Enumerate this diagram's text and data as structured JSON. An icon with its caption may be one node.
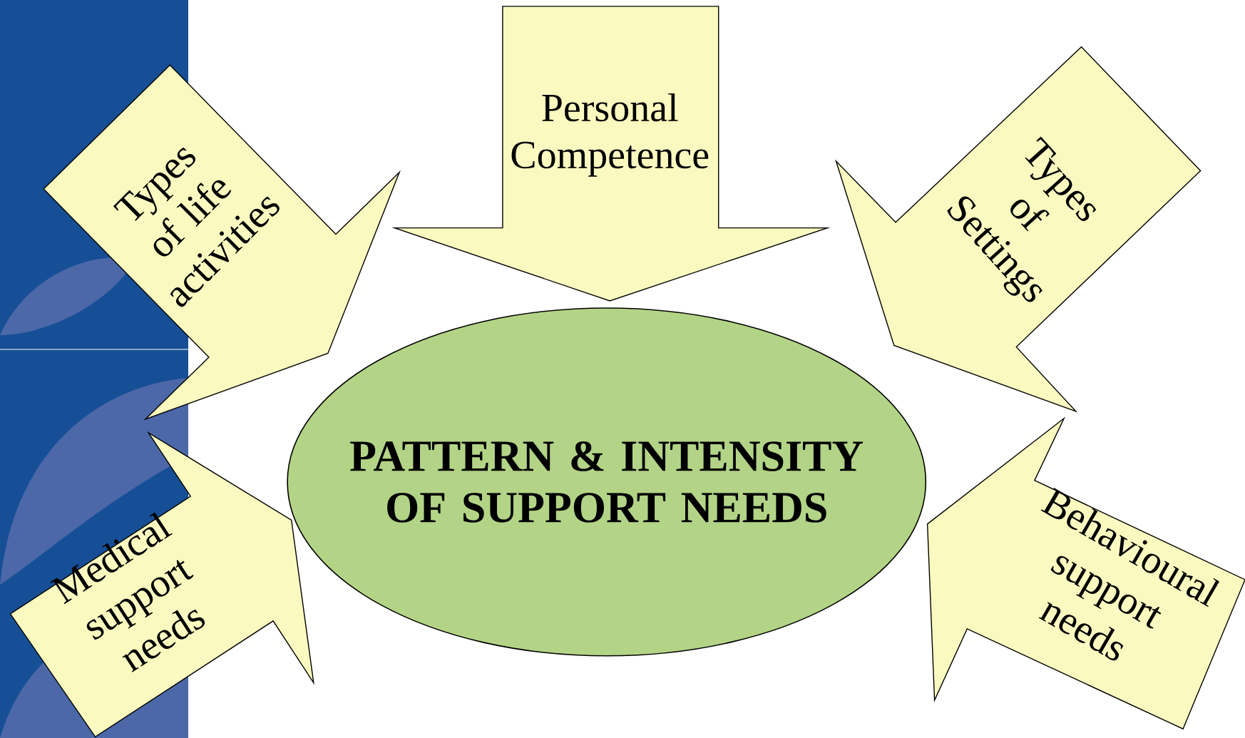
{
  "diagram": {
    "nodes": [
      {
        "text": [
          "Types of life activities"
        ]
      },
      {
        "text": [
          "Personal Competence"
        ]
      },
      {
        "text": [
          "Types of Settings"
        ]
      },
      {
        "text": [
          "PATTERN & INTENSITY OF SUPPORT NEEDS"
        ]
      },
      {
        "text": [
          "Medical support needs"
        ]
      },
      {
        "text": [
          "Behavioural support needs"
        ]
      }
    ]
  }
}
